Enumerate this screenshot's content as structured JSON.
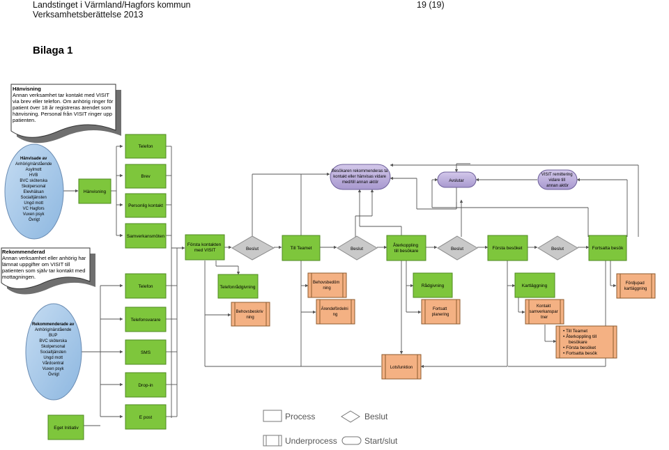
{
  "header": {
    "left_line1": "Landstinget i Värmland/Hagfors kommun",
    "left_line2": "Verksamhetsberättelse 2013",
    "page": "19 (19)"
  },
  "title": "Bilaga 1",
  "doc_hanvisning": {
    "lines": [
      "Hänvisning",
      "Annan verksamhet tar kontakt med VISIT",
      "via brev eller telefon. Om anhörig ringer för",
      "patient över 18 år registreras ärendet som",
      "hänvisning. Personal från VISIT ringer upp",
      "patienten."
    ]
  },
  "doc_rekommenderad": {
    "lines": [
      "Rekommenderad",
      "Annan verksamhet eller anhörig har",
      "lämnat uppgifter om VISIT till",
      "patienten som själv tar kontakt med",
      "mottagningen."
    ]
  },
  "oval_hanvisade": {
    "lines": [
      "Hänvisade av",
      "Anhörig/närstående",
      "Asylmott",
      "HVB",
      "BVC sköterska",
      "Skolpersonal",
      "Elevhälsan",
      "Socialtjänsten",
      "Ungd mott",
      "VC Hagfors",
      "Vuxen psyk",
      "Övrigt"
    ]
  },
  "oval_rekommenderade": {
    "lines": [
      "Rekommenderade av",
      "Anhörig/närstående",
      "BUP",
      "BVC sköterska",
      "Skolpersonal",
      "Socialtjänsten",
      "Ungd mott",
      "Vårdcentral",
      "Vuxen psyk",
      "Övrigt"
    ]
  },
  "process": {
    "hanvisning": "Hänvisning",
    "telefon1": "Telefon",
    "brev": "Brev",
    "personlig": "Personlig kontakt",
    "samverkan": "Samverkansmöten",
    "telefon2": "Telefon",
    "telefonsvarare": "Telefonsvarare",
    "sms": "SMS",
    "dropin": "Drop-in",
    "epost": "E post",
    "eget": "Eget Initiativ",
    "forsta_kontakten": [
      "Första kontakten",
      "med VISIT"
    ],
    "till_teamet": "Till Teamet",
    "aterkoppling": [
      "Återkoppling",
      "till besökare"
    ],
    "forsta_besoket": "Första besöket",
    "fortsatta_besok": "Fortsatta besök",
    "telefonradgivning": "Telefonrådgivning",
    "radgivning": "Rådgivning",
    "kartlaggning": "Kartläggning"
  },
  "decision": {
    "label": "Beslut"
  },
  "subprocess": {
    "behovsbeskrivning": [
      "Behovsbeskriv",
      "ning"
    ],
    "behovsbedomning": [
      "Behovsbedöm",
      "ning"
    ],
    "arendefordelning": [
      "Ärendefördelni",
      "ng"
    ],
    "fortsatt_planering": [
      "Fortsatt",
      "planering"
    ],
    "kontakt_samverkan": [
      "Kontakt",
      "samverkanspar",
      "tner"
    ],
    "fordjupad": [
      "Fördjupad",
      "kartläggning"
    ],
    "lotsfunktion": "Lotsfunktion",
    "bullets": [
      "Till Teamet",
      "Återkoppling till",
      "besökare",
      "Första besöket",
      "Fortsatta besök"
    ]
  },
  "terminal": {
    "besokaren": [
      "Besökaren rekommenderas ta",
      "kontakt eller hänvisas vidare",
      "med/till annan aktör"
    ],
    "avslutar": "Avslutar",
    "visit_remittering": [
      "VISIT remittering",
      "vidare till",
      "annan aktör"
    ]
  },
  "legend": {
    "process": "Process",
    "beslut": "Beslut",
    "underprocess": "Underprocess",
    "startslut": "Start/slut"
  },
  "colors": {
    "process_fill": "#7ec63c",
    "subprocess_fill": "#f4b183",
    "decision_fill": "#c9c9c9",
    "terminal_fill": "#b7a9d6",
    "oval_fill": "#9dc3e6",
    "line": "#555555"
  }
}
